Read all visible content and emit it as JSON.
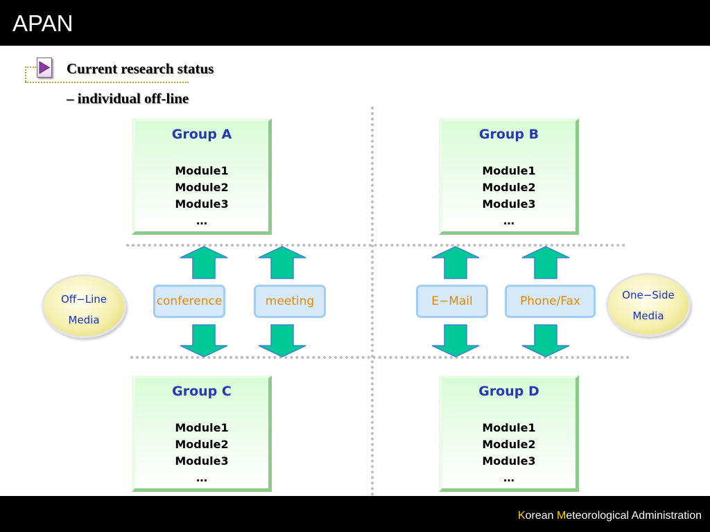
{
  "title": "APAN",
  "heading": {
    "line1": "Current research status",
    "line2": "– individual off-line"
  },
  "groups": [
    {
      "name": "Group A",
      "modules": [
        "Module1",
        "Module2",
        "Module3",
        "…"
      ]
    },
    {
      "name": "Group B",
      "modules": [
        "Module1",
        "Module2",
        "Module3",
        "…"
      ]
    },
    {
      "name": "Group C",
      "modules": [
        "Module1",
        "Module2",
        "Module3",
        "…"
      ]
    },
    {
      "name": "Group D",
      "modules": [
        "Module1",
        "Module2",
        "Module3",
        "…"
      ]
    }
  ],
  "offline_media": {
    "line1": "Off−Line",
    "line2": "Media",
    "items": [
      "conference",
      "meeting"
    ],
    "item_color": "#e08c00"
  },
  "oneside_media": {
    "line1": "One−Side",
    "line2": "Media",
    "items": [
      "E−Mail",
      "Phone/Fax"
    ],
    "item_color": "#e08c00"
  },
  "footer": {
    "initial1": "K",
    "word1_rest": "orean ",
    "initial2": "M",
    "word2_rest": "eteorological Administration"
  },
  "colors": {
    "header_bg": "#000000",
    "group_title": "#2638b4",
    "arrow_fill": "#00c896",
    "arrow_stroke": "#3a80d8",
    "footer_highlight": "#ffd400"
  },
  "icons": {
    "bullet": "play-triangle-icon",
    "arrow_up": "arrow-up-icon",
    "arrow_down": "arrow-down-icon"
  }
}
